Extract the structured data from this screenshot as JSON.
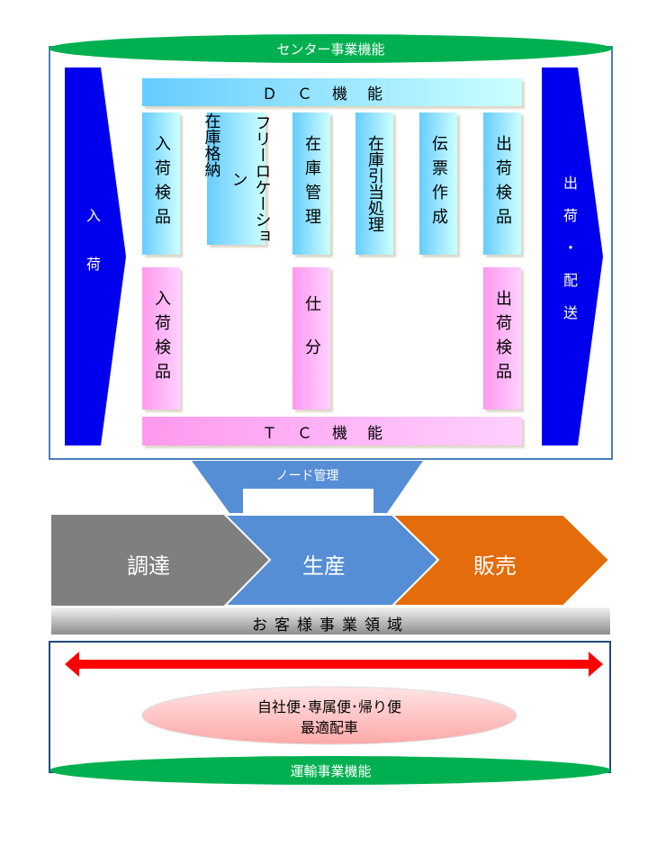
{
  "center": {
    "title": "センター事業機能",
    "inbound": "入荷",
    "outbound": "出荷・配送",
    "dc": {
      "label": "ＤＣ機能",
      "items": [
        "入荷検品",
        "在庫格納",
        "フリーロケーション",
        "在庫管理",
        "在庫引当処理",
        "伝票作成",
        "出荷検品"
      ]
    },
    "tc": {
      "label": "ＴＣ機能",
      "items": [
        "入荷検品",
        "仕分",
        "出荷検品"
      ]
    }
  },
  "node": {
    "label": "ノード管理"
  },
  "chain": {
    "steps": [
      "調達",
      "生産",
      "販売"
    ],
    "customer": "お客様事業領域"
  },
  "transport": {
    "line1": "自社便･専属便･帰り便",
    "line2": "最適配車",
    "title": "運輸事業機能"
  },
  "colors": {
    "green": "#00b050",
    "blue": "#0000ee",
    "gray": "#7f7f7f",
    "steel": "#558ed5",
    "orange": "#e46c0a",
    "red": "#ff0000"
  }
}
